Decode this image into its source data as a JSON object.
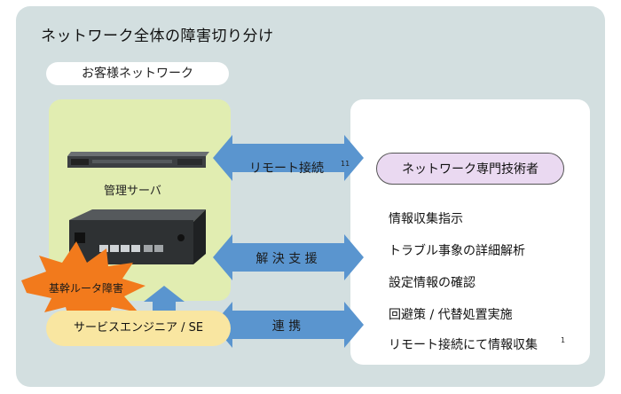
{
  "title": "ネットワーク全体の障害切り分け",
  "network_label": "お客様ネットワーク",
  "server_label": "管理サーバ",
  "failure_label": "基幹ルータ障害",
  "se_label": "サービスエンジニア / SE",
  "arrows": {
    "remote": "リモート接続",
    "remote_note": "11",
    "support": "解 決 支 援",
    "cooperate": "連 携"
  },
  "expert": "ネットワーク専門技術者",
  "tasks": [
    "情報収集指示",
    "トラブル事象の詳細解析",
    "設定情報の確認",
    "回避策 / 代替処置実施",
    "リモート接続にて情報収集"
  ],
  "task_note": "1",
  "colors": {
    "panel": "#d3dfe0",
    "customer_zone": "#e1edb1",
    "arrow": "#5a95cf",
    "expert_fill": "#ead9f1",
    "se_fill": "#f9e6a1",
    "burst": "#f27a1c"
  }
}
